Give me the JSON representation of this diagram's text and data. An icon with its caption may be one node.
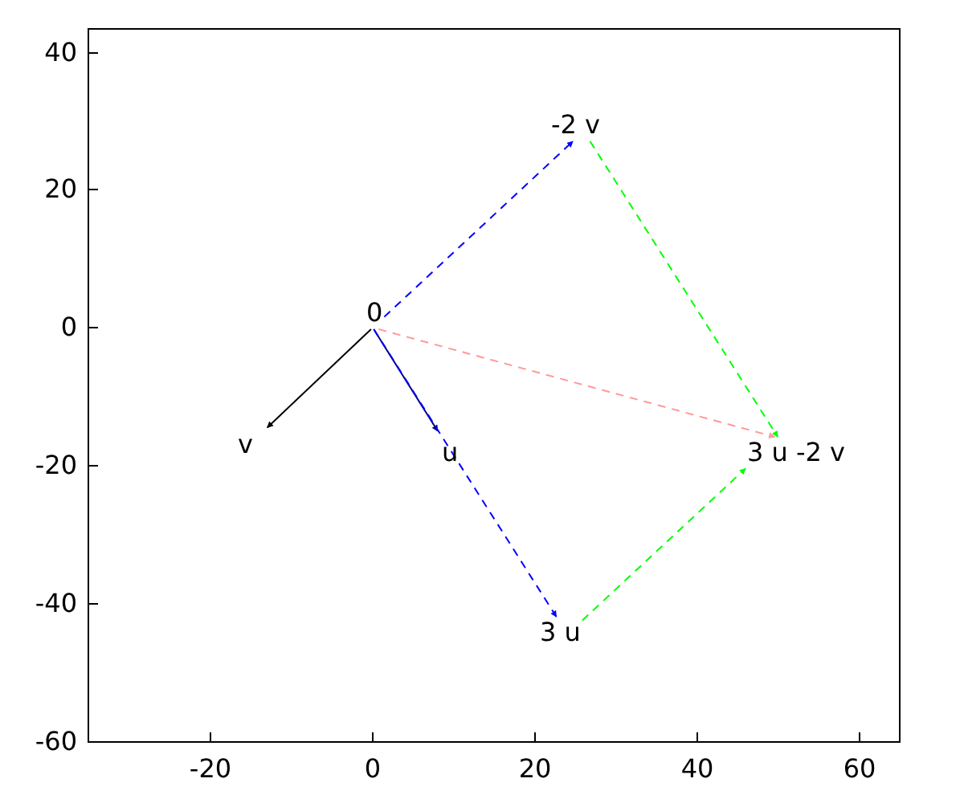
{
  "diagram": {
    "nodes": [
      {
        "text": [
          "-2 v"
        ]
      },
      {
        "text": [
          "0"
        ]
      },
      {
        "text": [
          "v"
        ]
      },
      {
        "text": [
          "u"
        ]
      },
      {
        "text": [
          "3 u -2 v"
        ]
      },
      {
        "text": [
          "3 u"
        ]
      }
    ],
    "edges": [
      {
        "from": 1,
        "to": 2,
        "arrow": "to",
        "color": "#000000"
      },
      {
        "from": 1,
        "to": 3,
        "arrow": "to",
        "color": "#000080"
      },
      {
        "from": 1,
        "to": 0,
        "arrow": "to",
        "style": "dashed",
        "color": "#0000ff"
      },
      {
        "from": 1,
        "to": 5,
        "arrow": "to",
        "style": "dashed",
        "color": "#0000ff"
      },
      {
        "from": 0,
        "to": 4,
        "arrow": "to",
        "style": "dashed",
        "color": "#00ff00"
      },
      {
        "from": 5,
        "to": 4,
        "arrow": "to",
        "style": "dashed",
        "color": "#00ff00"
      },
      {
        "from": 1,
        "to": 4,
        "arrow": "to",
        "style": "dashed",
        "color": "#ff9999"
      }
    ],
    "labels": [
      "40",
      "20",
      "0",
      "-20",
      "-40",
      "-60",
      "-20",
      "0",
      "20",
      "40",
      "60"
    ]
  }
}
